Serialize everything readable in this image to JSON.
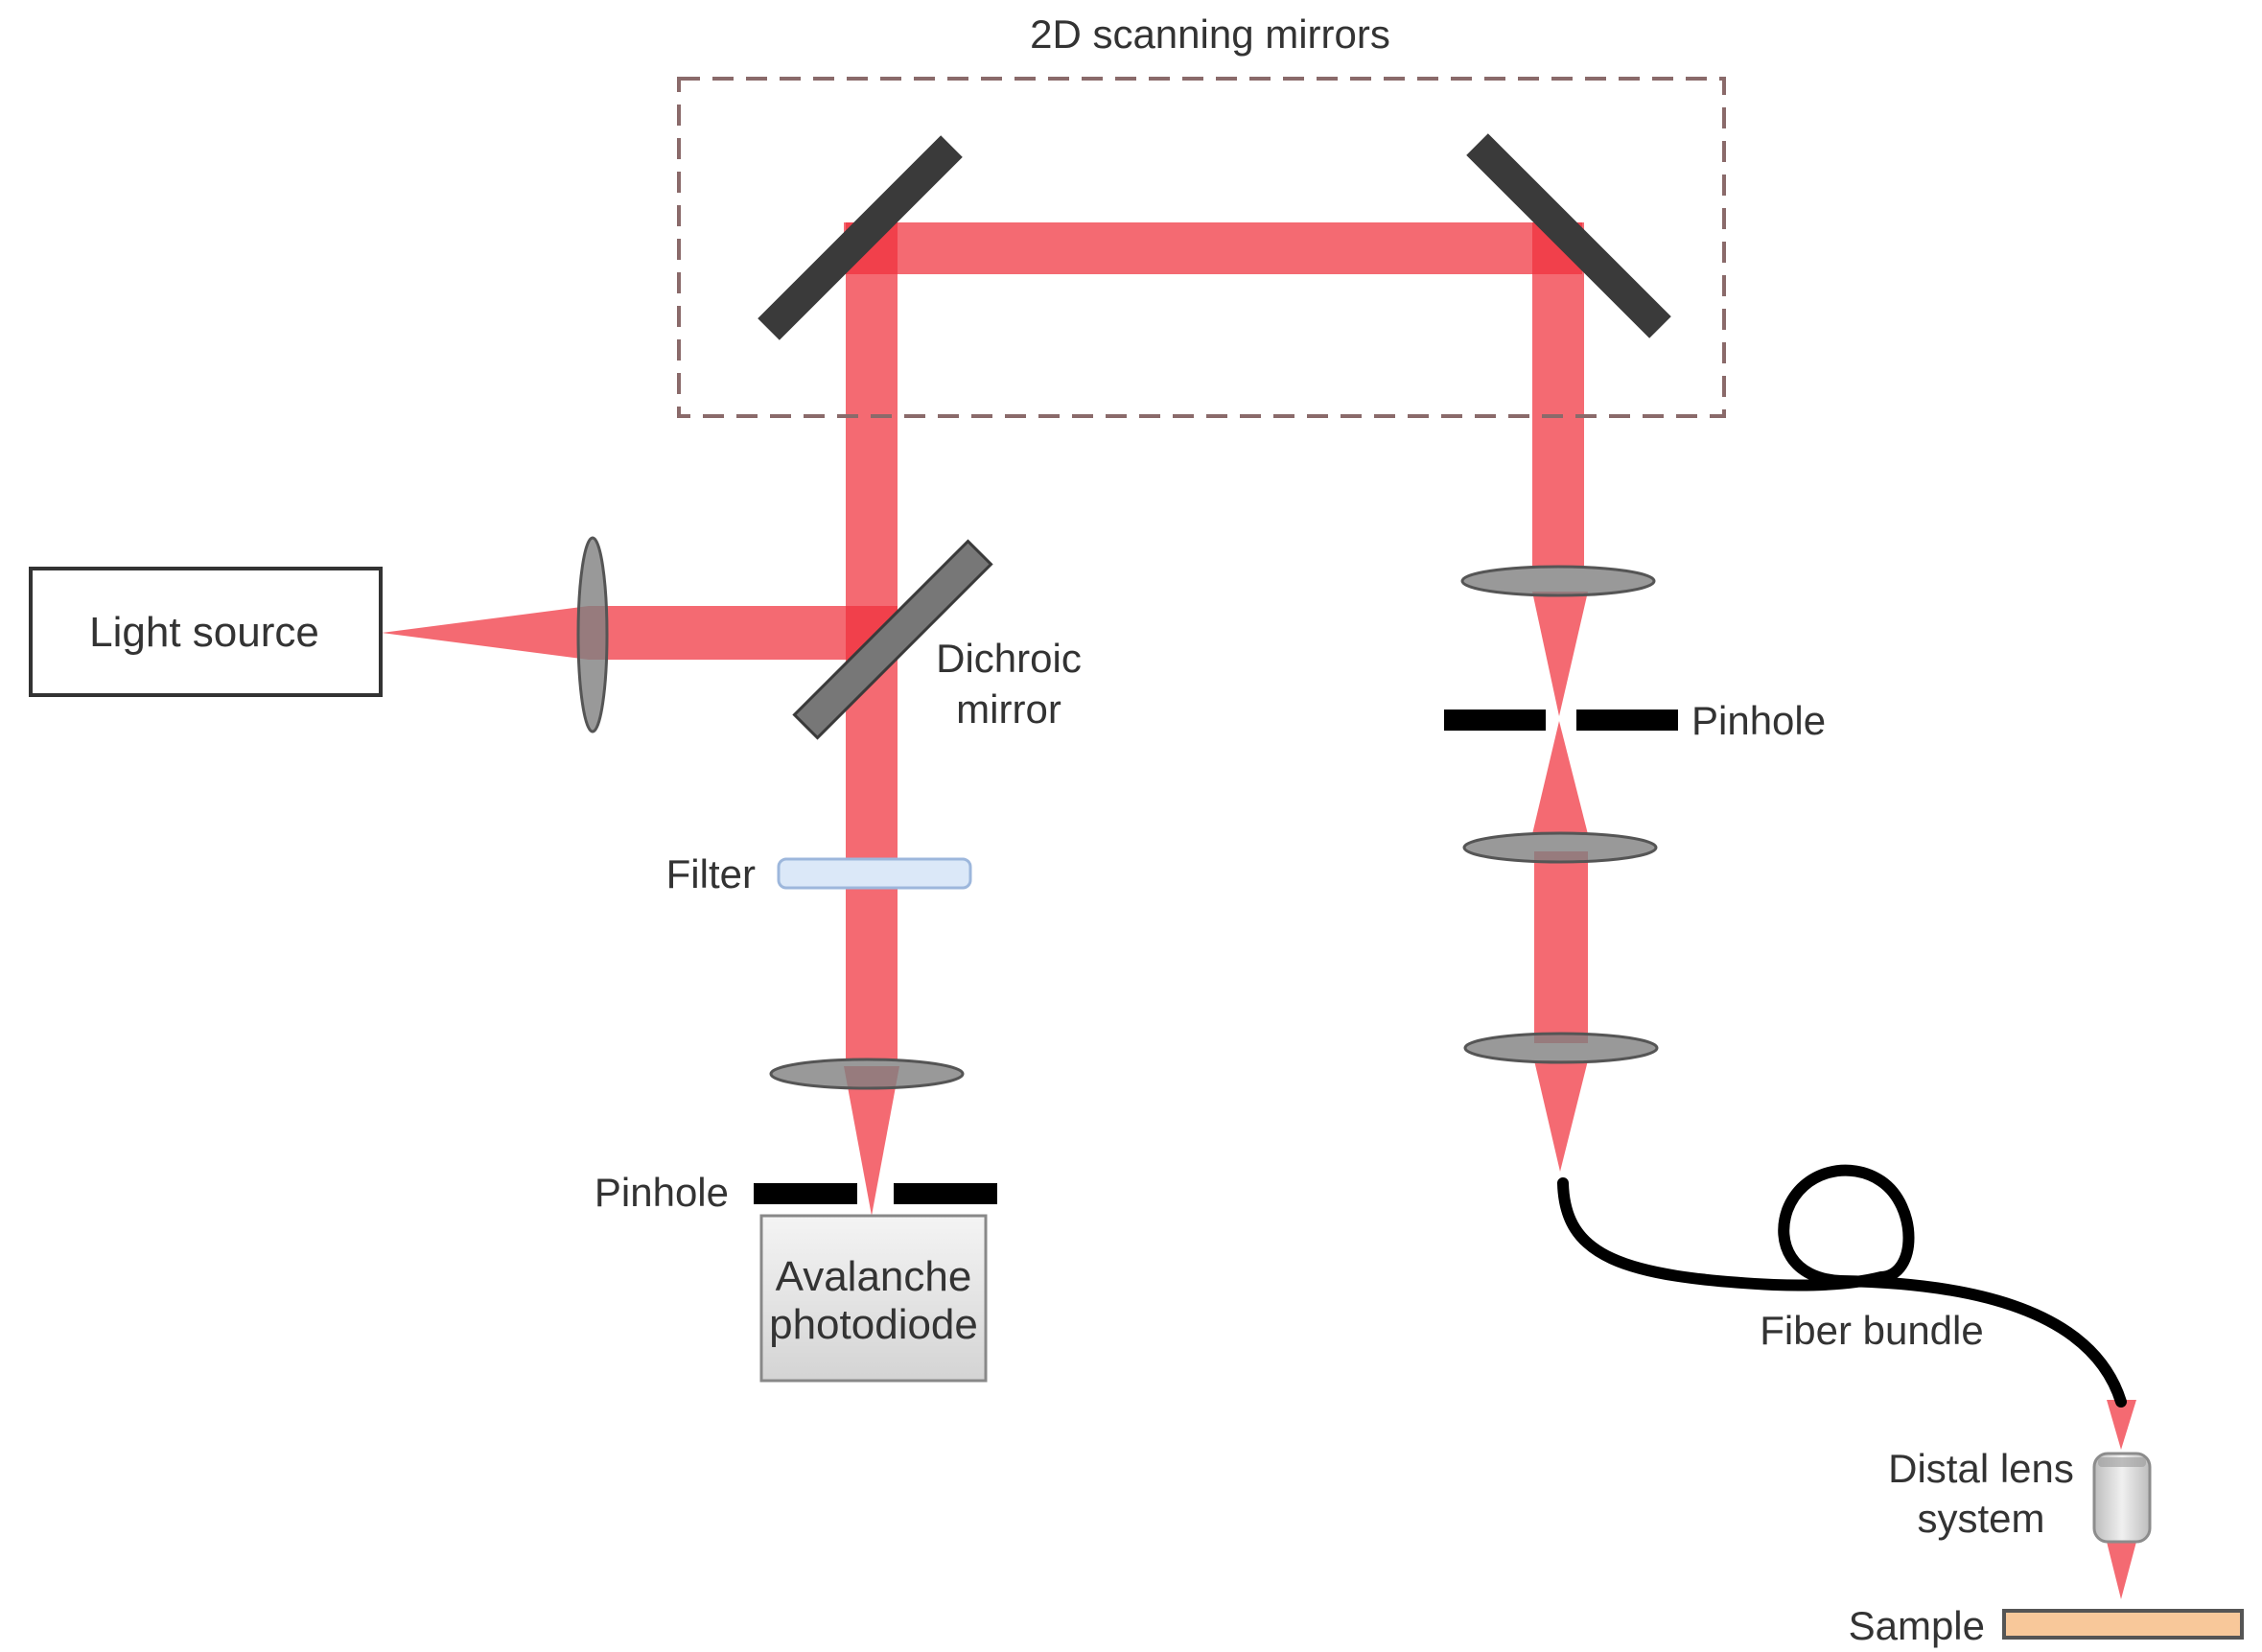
{
  "labels": {
    "scanning_mirrors": "2D scanning mirrors",
    "light_source": "Light source",
    "dichroic_line1": "Dichroic",
    "dichroic_line2": "mirror",
    "filter": "Filter",
    "pinhole_detector": "Pinhole",
    "pinhole_right": "Pinhole",
    "apd_line1": "Avalanche",
    "apd_line2": "photodiode",
    "fiber_bundle": "Fiber bundle",
    "distal_line1": "Distal lens",
    "distal_line2": "system",
    "sample": "Sample"
  },
  "colors": {
    "beam": "#f0303c",
    "mirror": "#3a3a3a",
    "lens": "#808080",
    "filter_fill": "#dbe8f8",
    "filter_stroke": "#9db7dc",
    "sample_fill": "#f8c89a",
    "sample_stroke": "#555555",
    "dashed_box": "#8a6a6a",
    "apd_fill": "#e2e2e2",
    "fiber": "#000000"
  }
}
